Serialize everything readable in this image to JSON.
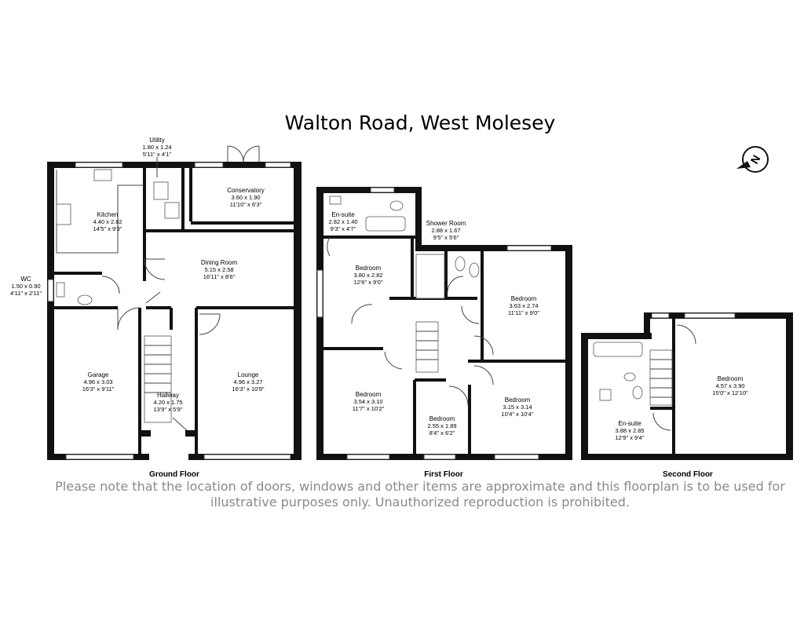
{
  "title": "Walton Road, West Molesey",
  "floors": {
    "ground": {
      "label": "Ground Floor",
      "rooms": [
        {
          "name": "Utility",
          "metric": "1.80 x 1.24",
          "imperial": "5'11\" x 4'1\""
        },
        {
          "name": "Kitchen",
          "metric": "4.40 x 2.82",
          "imperial": "14'5\" x 9'3\""
        },
        {
          "name": "Conservatory",
          "metric": "3.60 x 1.90",
          "imperial": "11'10\" x 6'3\""
        },
        {
          "name": "Dining Room",
          "metric": "5.15 x 2.58",
          "imperial": "16'11\" x 8'6\""
        },
        {
          "name": "WC",
          "metric": "1.50 x 0.90",
          "imperial": "4'11\" x 2'11\""
        },
        {
          "name": "Garage",
          "metric": "4.96 x 3.03",
          "imperial": "16'3\" x 9'11\""
        },
        {
          "name": "Hallway",
          "metric": "4.20 x 1.75",
          "imperial": "13'9\" x 5'9\""
        },
        {
          "name": "Lounge",
          "metric": "4.96 x 3.27",
          "imperial": "16'3\" x 10'9\""
        }
      ]
    },
    "first": {
      "label": "First Floor",
      "rooms": [
        {
          "name": "En-suite",
          "metric": "2.82 x 1.40",
          "imperial": "9'3\" x 4'7\""
        },
        {
          "name": "Shower Room",
          "metric": "2.88 x 1.67",
          "imperial": "9'5\" x 5'6\""
        },
        {
          "name": "Bedroom",
          "metric": "3.80 x 2.82",
          "imperial": "12'6\" x 9'0\""
        },
        {
          "name": "Bedroom",
          "metric": "3.63 x 2.74",
          "imperial": "11'11\" x 9'0\""
        },
        {
          "name": "Bedroom",
          "metric": "3.54 x 3.10",
          "imperial": "11'7\" x 10'2\""
        },
        {
          "name": "Bedroom",
          "metric": "3.15 x 3.14",
          "imperial": "10'4\" x 10'4\""
        },
        {
          "name": "Bedroom",
          "metric": "2.55 x 1.89",
          "imperial": "8'4\" x 6'2\""
        }
      ]
    },
    "second": {
      "label": "Second Floor",
      "rooms": [
        {
          "name": "Bedroom",
          "metric": "4.57 x 3.90",
          "imperial": "15'0\" x 12'10\""
        },
        {
          "name": "En-suite",
          "metric": "3.88 x 2.85",
          "imperial": "12'9\" x 9'4\""
        }
      ]
    }
  },
  "compass": {
    "letter": "N",
    "icon": "north-arrow-icon"
  },
  "disclaimer": "Please note that the location of doors, windows and other items are approximate and this floorplan is to be used for illustrative purposes only. Unauthorized reproduction is prohibited."
}
